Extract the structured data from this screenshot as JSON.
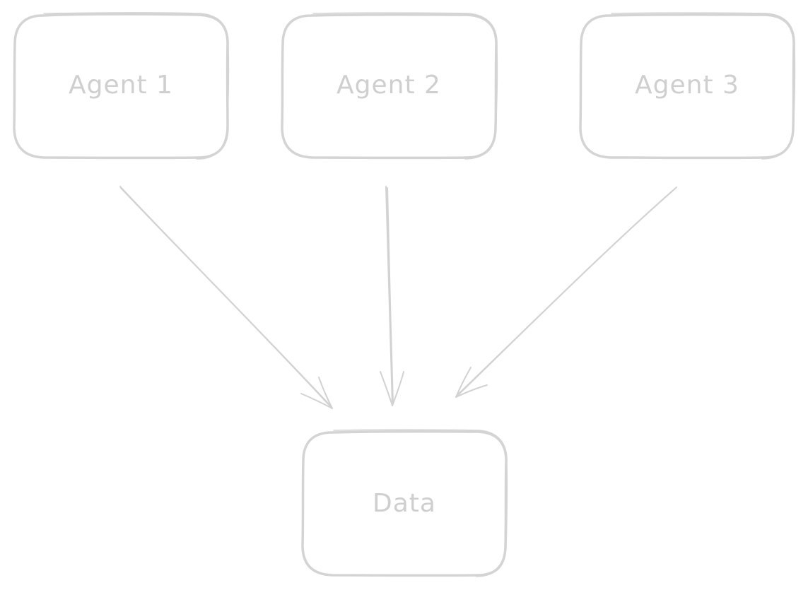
{
  "diagram": {
    "nodes": [
      {
        "id": "agent-1",
        "label": "Agent 1"
      },
      {
        "id": "agent-2",
        "label": "Agent 2"
      },
      {
        "id": "agent-3",
        "label": "Agent 3"
      },
      {
        "id": "data",
        "label": "Data"
      }
    ],
    "edges": [
      {
        "from": "agent-1",
        "to": "data"
      },
      {
        "from": "agent-2",
        "to": "data"
      },
      {
        "from": "agent-3",
        "to": "data"
      }
    ],
    "colors": {
      "stroke": "#d4d4d4",
      "text": "#cfcfcf",
      "background": "#ffffff"
    }
  }
}
